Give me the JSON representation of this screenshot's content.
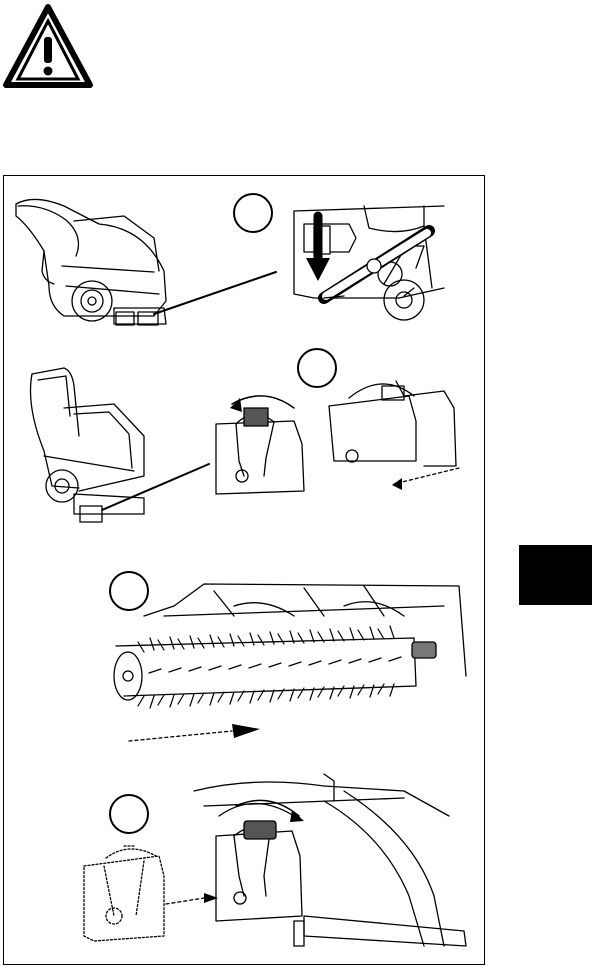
{
  "page": {
    "warning": {
      "icon": "warning-triangle-icon"
    },
    "side_tab": {
      "color": "#000000"
    },
    "steps": [
      {
        "label": "",
        "figure": "floor-brush-release-lever"
      },
      {
        "label": "",
        "figure": "brush-cover-removal"
      },
      {
        "label": "",
        "figure": "brush-roller-extraction"
      },
      {
        "label": "",
        "figure": "brush-cover-reinstall"
      }
    ]
  }
}
